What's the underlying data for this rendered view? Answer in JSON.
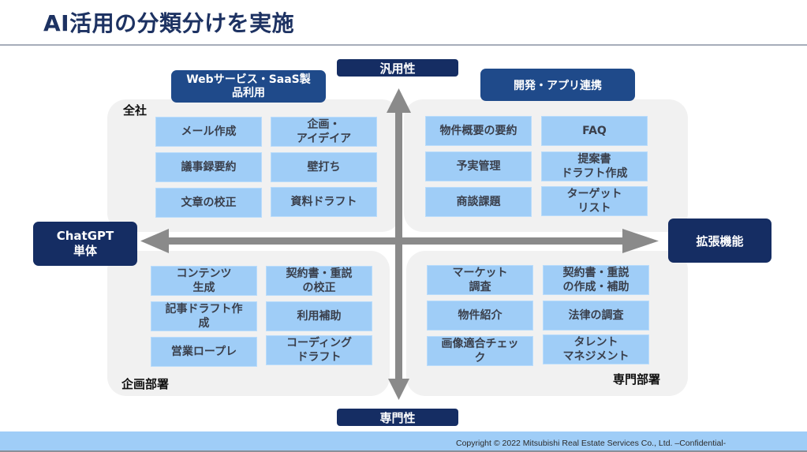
{
  "title": "AI活用の分類分けを実施",
  "axes": {
    "top": "汎用性",
    "bottom": "専門性",
    "left": "ChatGPT\n単体",
    "right": "拡張機能"
  },
  "category_headers": {
    "web_saas": "Webサービス・SaaS製\n品利用",
    "dev_app": "開発・アプリ連携"
  },
  "quadrant_labels": {
    "company_wide": "全社",
    "planning_dept": "企画部署",
    "specialist_dept": "専門部署"
  },
  "quadrants": {
    "top_left": [
      "メール作成",
      "企画・\nアイデイア",
      "議事録要約",
      "壁打ち",
      "文章の校正",
      "資料ドラフト"
    ],
    "top_right": [
      "物件概要の要約",
      "FAQ",
      "予実管理",
      "提案書\nドラフト作成",
      "商談課題",
      "ターゲット\nリスト"
    ],
    "bottom_left": [
      "コンテンツ\n生成",
      "契約書・重説\nの校正",
      "記事ドラフト作\n成",
      "利用補助",
      "営業ロープレ",
      "コーディング\nドラフト"
    ],
    "bottom_right": [
      "マーケット\n調査",
      "契約書・重説\nの作成・補助",
      "物件紹介",
      "法律の調査",
      "画像適合チェッ\nク",
      "タレント\nマネジメント"
    ]
  },
  "footer": {
    "copyright": "Copyright © 2022 Mitsubishi Real Estate Services Co., Ltd. –Confidential-"
  }
}
